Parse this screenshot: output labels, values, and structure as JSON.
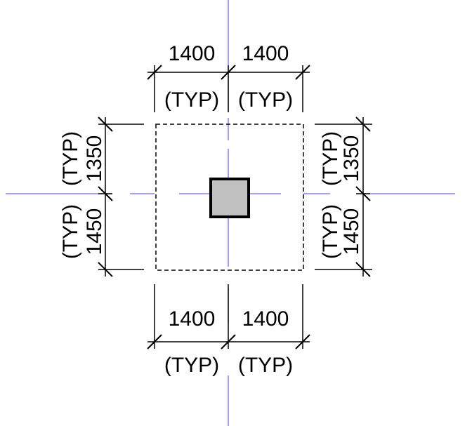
{
  "drawing": {
    "top_dims": [
      {
        "value": "1400",
        "note": "(TYP)"
      },
      {
        "value": "1400",
        "note": "(TYP)"
      }
    ],
    "bottom_dims": [
      {
        "value": "1400",
        "note": "(TYP)"
      },
      {
        "value": "1400",
        "note": "(TYP)"
      }
    ],
    "left_dims": [
      {
        "value": "1350",
        "note": "(TYP)"
      },
      {
        "value": "1450",
        "note": "(TYP)"
      }
    ],
    "right_dims": [
      {
        "value": "1350",
        "note": "(TYP)"
      },
      {
        "value": "1450",
        "note": "(TYP)"
      }
    ],
    "colors": {
      "grid": "#6b6bf0",
      "column_fill": "#c0c0c0"
    }
  }
}
